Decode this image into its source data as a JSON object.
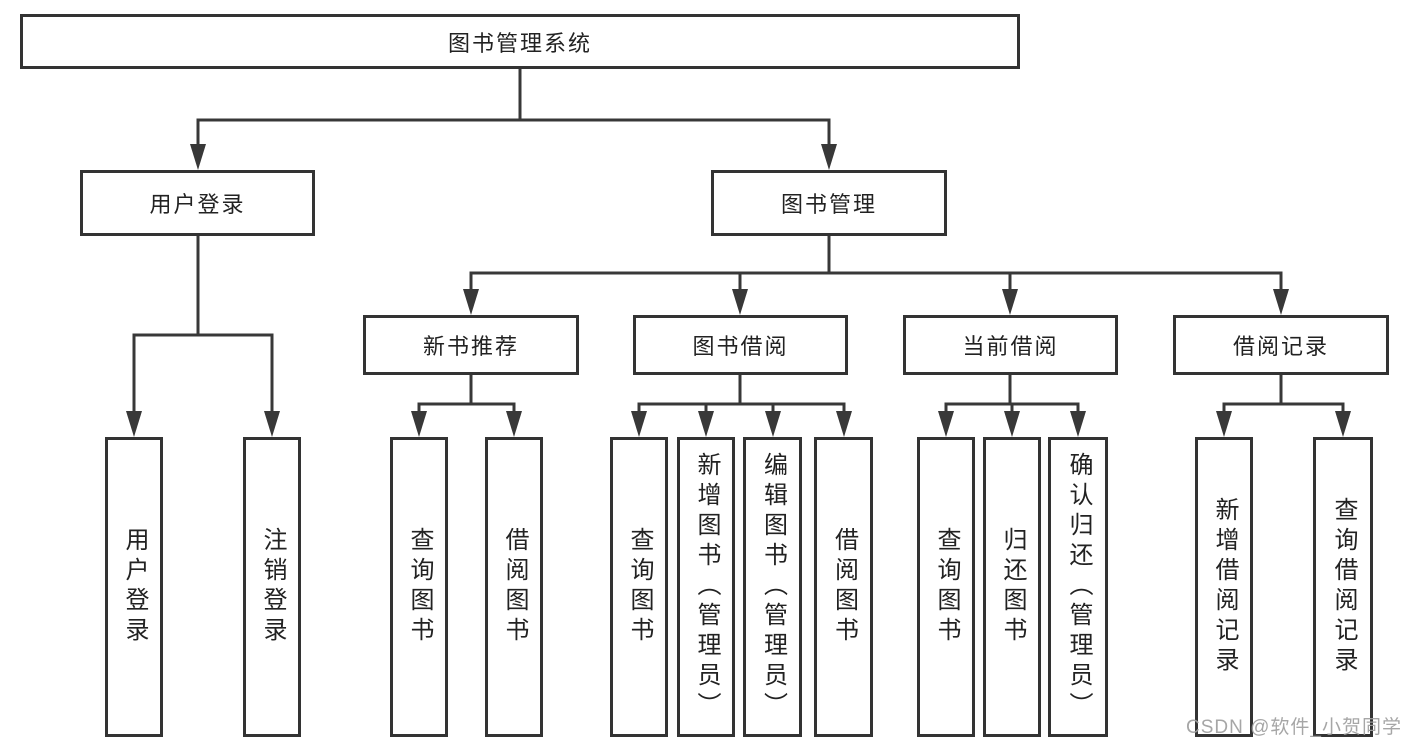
{
  "diagram_title": "图书管理系统",
  "nodes": {
    "root": "图书管理系统",
    "user_login": "用户登录",
    "book_management": "图书管理",
    "new_book_recommend": "新书推荐",
    "book_borrowing": "图书借阅",
    "current_borrowing": "当前借阅",
    "borrowing_records": "借阅记录",
    "leaf_user_login": "用户登录",
    "leaf_logout": "注销登录",
    "rec_query_books": "查询图书",
    "rec_borrow_books": "借阅图书",
    "bor_query_books": "查询图书",
    "bor_add_books": "新增图书（管理员）",
    "bor_edit_books": "编辑图书（管理员）",
    "bor_borrow_books": "借阅图书",
    "cur_query_books": "查询图书",
    "cur_return_books": "归还图书",
    "cur_confirm_return": "确认归还（管理员）",
    "records_add_record": "新增借阅记录",
    "records_query_record": "查询借阅记录"
  },
  "watermark": "CSDN @软件_小贺同学",
  "colors": {
    "line": "#383838",
    "box_border": "#333333",
    "box_fill": "#ffffff",
    "text": "#222222",
    "watermark": "#9e9e9e"
  }
}
